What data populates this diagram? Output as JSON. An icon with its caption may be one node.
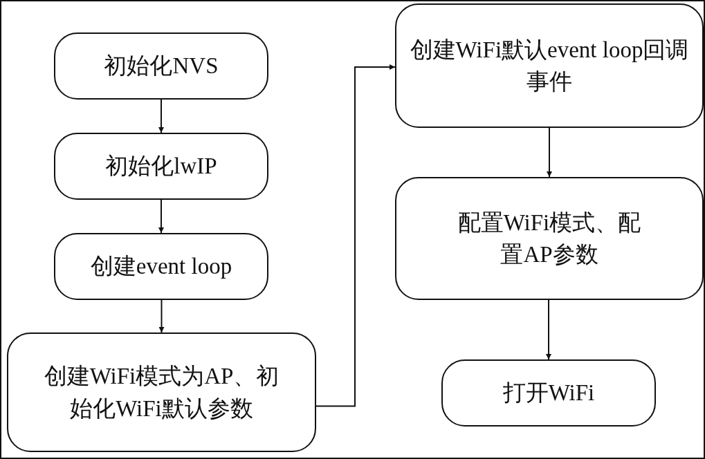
{
  "diagram": {
    "nodes": [
      {
        "text": [
          "初始化NVS"
        ]
      },
      {
        "text": [
          "初始化lwIP"
        ]
      },
      {
        "text": [
          "创建event loop"
        ]
      },
      {
        "text": [
          "创建WiFi模式为AP、初始化WiFi默认参数"
        ]
      },
      {
        "text": [
          "创建WiFi默认event loop回调事件"
        ]
      },
      {
        "text": [
          "配置WiFi模式、配置AP参数"
        ]
      },
      {
        "text": [
          "打开WiFi"
        ]
      }
    ],
    "edges": [
      {
        "from": 0,
        "to": 1,
        "arrow": "to"
      },
      {
        "from": 1,
        "to": 2,
        "arrow": "to"
      },
      {
        "from": 2,
        "to": 3,
        "arrow": "to"
      },
      {
        "from": 3,
        "to": 4,
        "arrow": "to"
      },
      {
        "from": 4,
        "to": 5,
        "arrow": "to"
      },
      {
        "from": 5,
        "to": 6,
        "arrow": "to"
      }
    ]
  }
}
